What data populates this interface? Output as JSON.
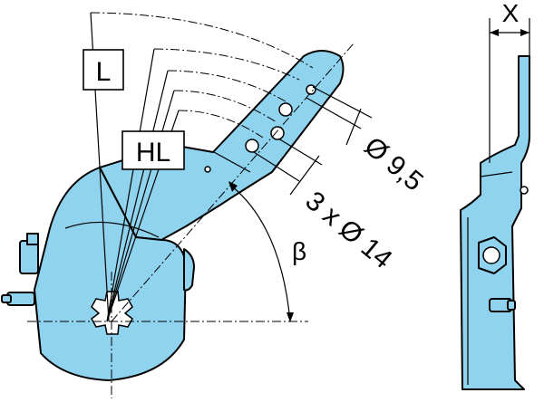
{
  "labels": {
    "lever_length": "L",
    "hole_lengths": "HL",
    "hole_diameter": "Ø 9,5",
    "hole_pattern": "3 x Ø 14",
    "angle": "β",
    "width": "X"
  },
  "colors": {
    "part_fill": "#8fd3ef",
    "outline": "#000000",
    "background": "#ffffff"
  }
}
